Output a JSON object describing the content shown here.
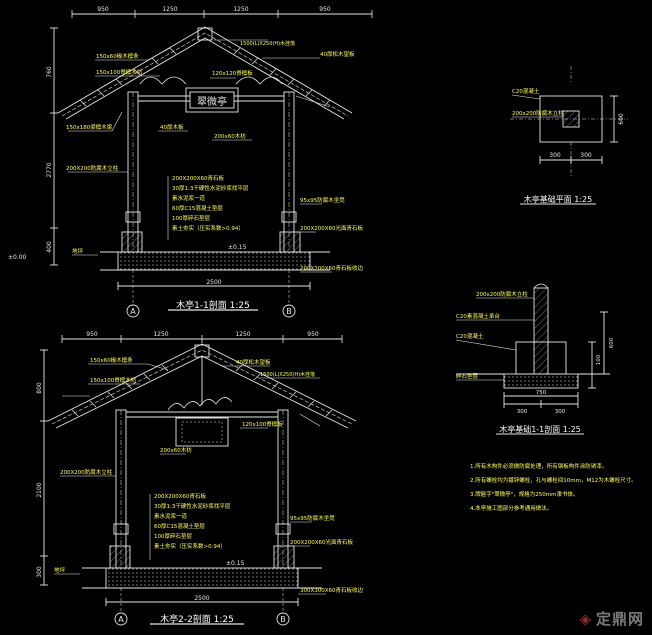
{
  "section1": {
    "title": "木亭1-1剖面 1:25",
    "top_dims": [
      "950",
      "1250",
      "1250",
      "950"
    ],
    "bottom_dim": "2500",
    "left_dims": [
      "760",
      "2770",
      "400"
    ],
    "elev_top": "±0.00",
    "elev_floor": "±0.15",
    "axis_a": "A",
    "axis_b": "B",
    "sign_text": "翠微亭",
    "callouts": [
      "150x60椽木檩条",
      "150x100脊檩木枋",
      "40厚松木望板",
      "1500(L)X250(H)木挂落",
      "120x120脊檩板",
      "150x180梁檩木梁",
      "40厚木板",
      "200x60木枋",
      "200X200防腐木立柱",
      "200X200X60青石板",
      "30厚1:3干硬性水泥砂浆找平层",
      "素水泥浆一道",
      "60厚C15混凝土垫层",
      "100厚碎石垫层",
      "素土夯实（压实系数>0.94）",
      "95x95防腐木坐凳",
      "200X200X60光面青石板",
      "200X200X60青石板收边",
      "地坪"
    ]
  },
  "section2": {
    "title": "木亭2-2剖面 1:25",
    "top_dims": [
      "950",
      "1250",
      "1250",
      "950"
    ],
    "bottom_dim": "2500",
    "left_dims": [
      "800",
      "2100",
      "300"
    ],
    "elev_floor": "±0.15",
    "axis_a": "A",
    "axis_b": "B",
    "callouts": [
      "150x60椽木檩条",
      "40厚松木望板",
      "1500(L)X250(H)木挂落",
      "150x100脊檩木枋",
      "120x100脊檩板",
      "200x60木枋",
      "200X200防腐木立柱",
      "200X200X60青石板",
      "30厚1:3干硬性水泥砂浆找平层",
      "素水泥浆一道",
      "60厚C15混凝土垫层",
      "100厚碎石垫层",
      "素土夯实（压实系数>0.94）",
      "95x95防腐木坐凳",
      "200X200X60光面青石板",
      "300X300X60青石板收边",
      "地坪"
    ]
  },
  "foundation_plan": {
    "title": "木亭基础平面 1:25",
    "dims": [
      "300",
      "300"
    ],
    "side_dim": "600",
    "labels": [
      "C20混凝土",
      "200x200防腐木立柱"
    ]
  },
  "foundation_section": {
    "title": "木亭基础1-1剖面 1:25",
    "dims": [
      "750",
      "300",
      "600",
      "300",
      "100"
    ],
    "labels": [
      "200x200防腐木立柱",
      "C20素混凝土承台",
      "C20混凝土",
      "碎石垫层"
    ]
  },
  "notes": [
    "1.所有木构件必须做防腐处理，所有钢板构件涂防锈漆。",
    "2.所有螺栓均为镀锌螺栓，孔与螺栓间10mm，M12为木螺栓尺寸。",
    "3.牌匾字\"翠微亭\"，规格为250mm隶书体。",
    "4.本亭施工图部分参考通用做法。"
  ],
  "watermark": "定鼎网",
  "colors": {
    "background": "#000000",
    "line": "#e6e6e6",
    "text": "#ffff55",
    "dim": "#55ff55"
  }
}
